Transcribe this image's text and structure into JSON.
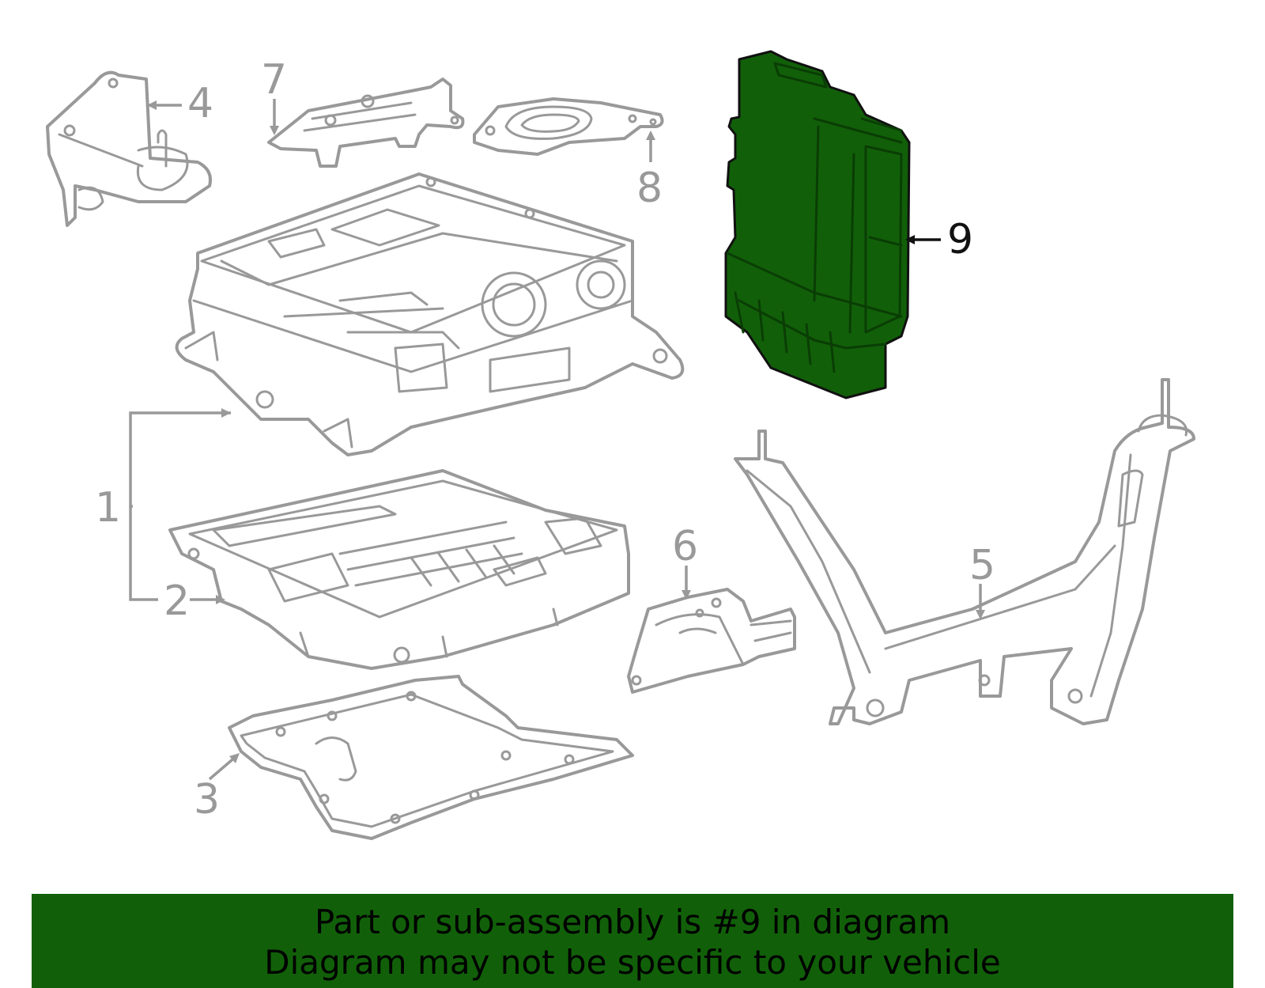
{
  "diagram": {
    "highlight_color": "#116009",
    "part_stroke_color": "#999999",
    "callouts": [
      {
        "id": "1",
        "label": "1",
        "highlighted": false
      },
      {
        "id": "2",
        "label": "2",
        "highlighted": false
      },
      {
        "id": "3",
        "label": "3",
        "highlighted": false
      },
      {
        "id": "4",
        "label": "4",
        "highlighted": false
      },
      {
        "id": "5",
        "label": "5",
        "highlighted": false
      },
      {
        "id": "6",
        "label": "6",
        "highlighted": false
      },
      {
        "id": "7",
        "label": "7",
        "highlighted": false
      },
      {
        "id": "8",
        "label": "8",
        "highlighted": false
      },
      {
        "id": "9",
        "label": "9",
        "highlighted": true
      }
    ]
  },
  "banner": {
    "line1": "Part or sub-assembly is #9 in diagram",
    "line2": "Diagram may not be specific to your vehicle",
    "background": "#116009"
  }
}
